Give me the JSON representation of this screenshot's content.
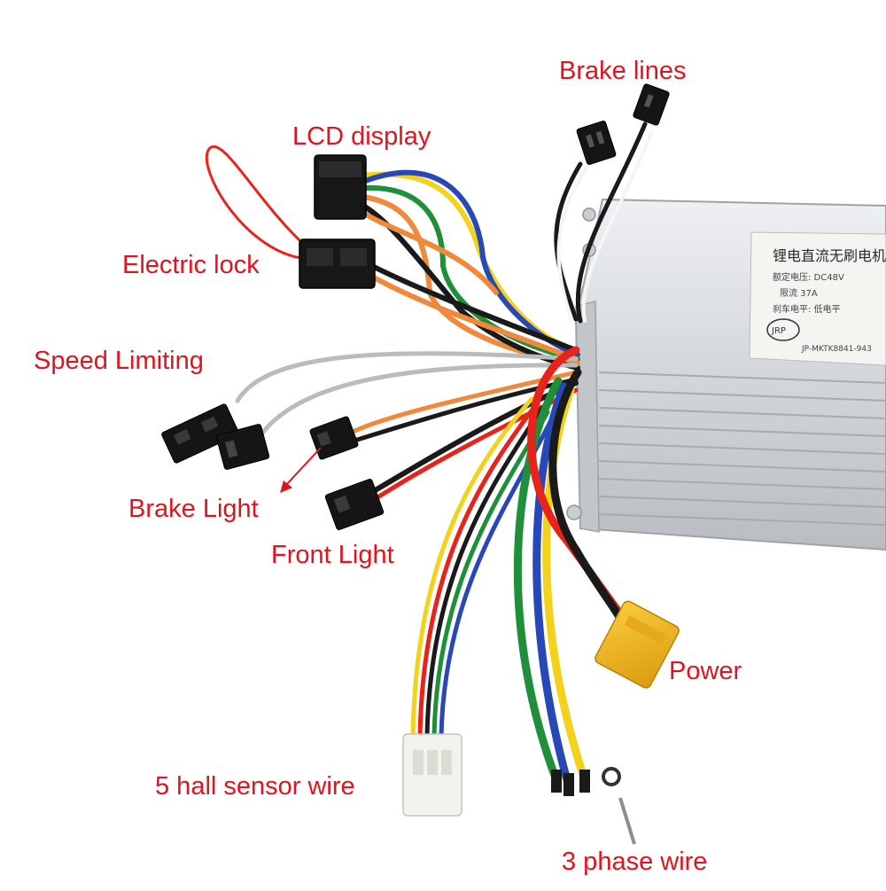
{
  "labels": {
    "brake_lines": "Brake lines",
    "lcd_display": "LCD display",
    "electric_lock": "Electric lock",
    "speed_limiting": "Speed Limiting",
    "brake_light": "Brake Light",
    "front_light": "Front Light",
    "power": "Power",
    "hall_sensor": "5 hall sensor wire",
    "phase_wire": "3 phase wire"
  },
  "controller_plate": {
    "heading": "锂电直流无刷电机",
    "line1": "额定电压: DC48V",
    "line2": "限流 37A",
    "line3": "刹车电平: 低电平",
    "model": "JP-MKTK8841-943",
    "logo": "JRP"
  },
  "colors": {
    "label": "#e0141e",
    "housing": "#d4d8dc",
    "wire_red": "#e8231c",
    "wire_yellow": "#f2d21a",
    "wire_green": "#1f8f3a",
    "wire_blue": "#2848b8",
    "wire_black": "#1a1a1a",
    "wire_orange": "#ef8a3c",
    "wire_grey": "#b9bcbc",
    "connector_yellow": "#f2b41c"
  }
}
